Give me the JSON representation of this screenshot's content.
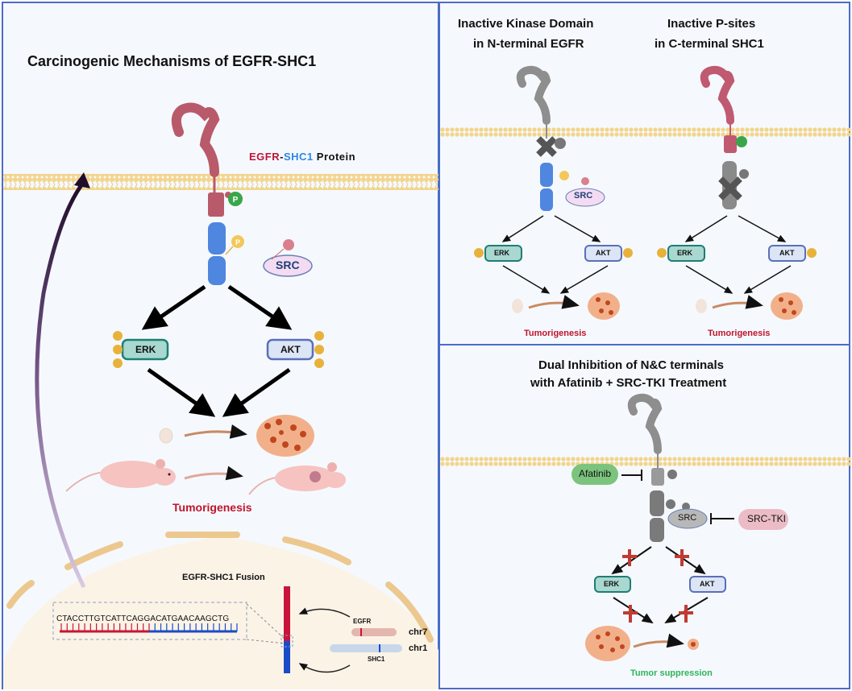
{
  "left_panel": {
    "title": "Carcinogenic Mechanisms of EGFR-SHC1",
    "protein_label": {
      "part1": "EGFR",
      "sep": "-",
      "part2": "SHC1",
      "part3": " Protein"
    },
    "src_label": "SRC",
    "erk_label": "ERK",
    "akt_label": "AKT",
    "phospho_label": "P",
    "outcome_label": "Tumorigenesis",
    "fusion_title": "EGFR-SHC1 Fusion",
    "sequence": "CTACCTTGTCATTCAGGACATGAACAAGCTG",
    "chromosomes": [
      {
        "gene": "EGFR",
        "chr": "chr7"
      },
      {
        "gene": "SHC1",
        "chr": "chr1"
      }
    ]
  },
  "top_right_panel": {
    "subpanels": [
      {
        "title_line1": "Inactive Kinase Domain",
        "title_line2": "in N-terminal EGFR",
        "erk": "ERK",
        "akt": "AKT",
        "src": "SRC",
        "outcome": "Tumorigenesis"
      },
      {
        "title_line1": "Inactive P-sites",
        "title_line2": "in C-terminal SHC1",
        "erk": "ERK",
        "akt": "AKT",
        "outcome": "Tumorigenesis"
      }
    ]
  },
  "bottom_right_panel": {
    "title_line1": "Dual Inhibition of N&C terminals",
    "title_line2": "with Afatinib + SRC-TKI Treatment",
    "afatinib": "Afatinib",
    "src": "SRC",
    "src_tki": "SRC-TKI",
    "erk": "ERK",
    "akt": "AKT",
    "outcome": "Tumor suppression"
  },
  "colors": {
    "egfr": "#b95a6a",
    "shc1": "#4f86e0",
    "inactive": "#8a8a8a",
    "phospho_yellow": "#e8b23a",
    "phospho_green": "#3aa64a",
    "tumor_red": "#c0142c",
    "suppression_green": "#2db45a",
    "membrane": "#f3d48a",
    "border": "#4b6cc8"
  }
}
